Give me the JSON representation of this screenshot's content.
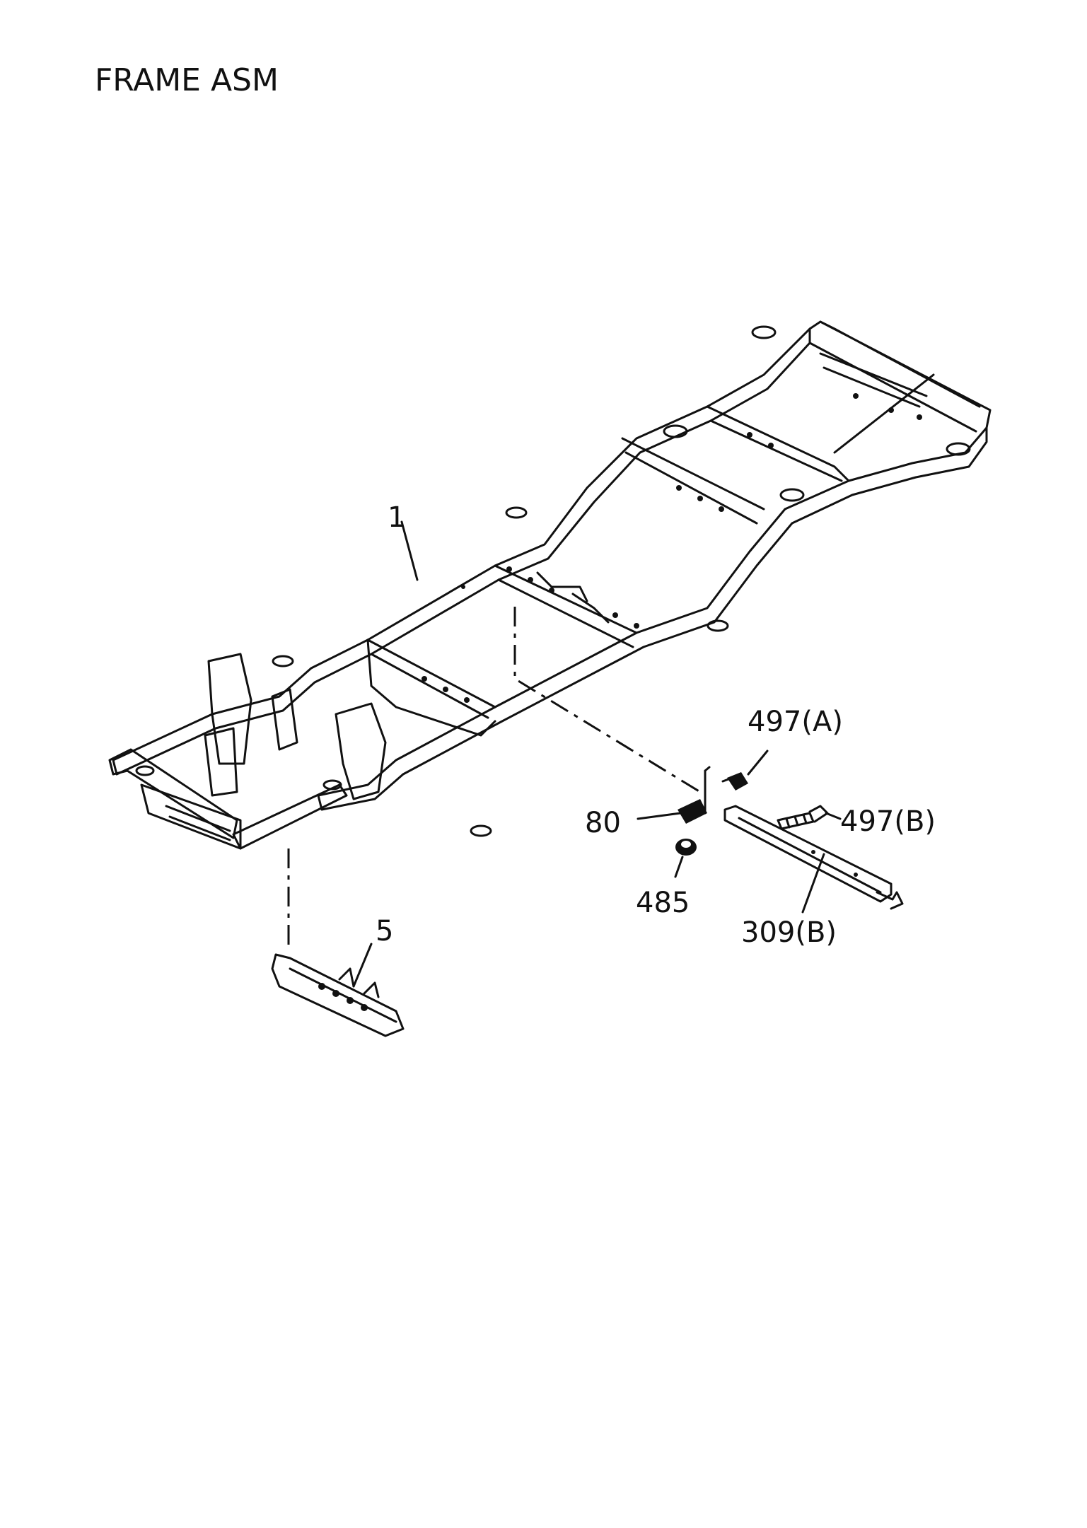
{
  "page": {
    "title": "FRAME ASM"
  },
  "callouts": {
    "frame": "1",
    "crossmember": "5",
    "bracket": "80",
    "nut": "485",
    "bolt_a": "497(A)",
    "bolt_b": "497(B)",
    "bar": "309(B)"
  }
}
